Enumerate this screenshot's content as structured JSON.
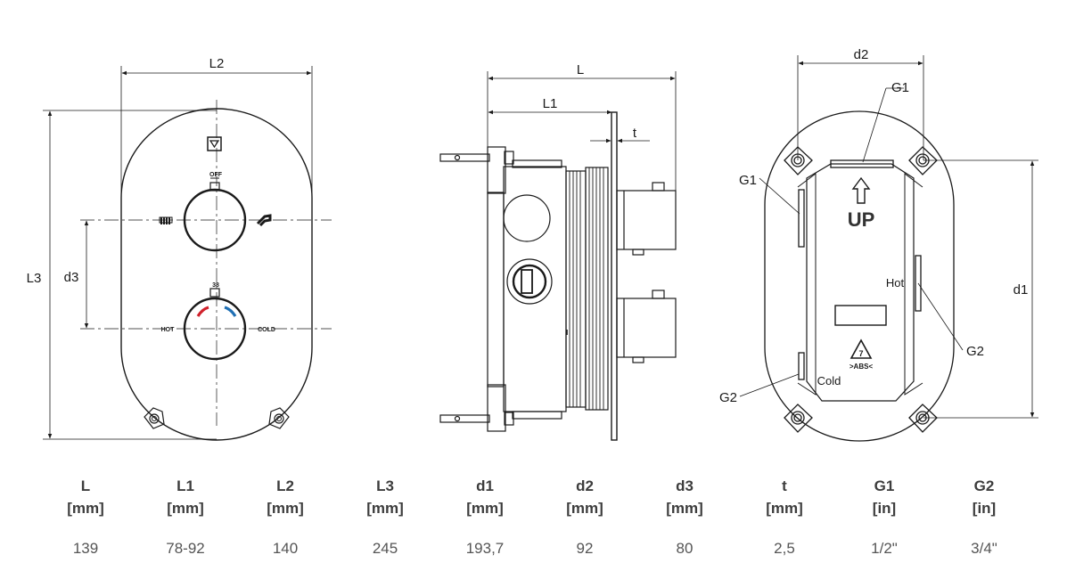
{
  "front_view": {
    "dim_width": "L2",
    "dim_height": "L3",
    "dim_spacing": "d3",
    "upper_knob_label": "OFF",
    "temp_mark": "38",
    "hot_label": "HOT",
    "cold_label": "COLD"
  },
  "side_view": {
    "dim_overall": "L",
    "dim_body": "L1",
    "dim_plate": "t"
  },
  "back_view": {
    "dim_width": "d2",
    "dim_height": "d1",
    "g1_top": "G1",
    "g1_left": "G1",
    "g2_right": "G2",
    "g2_left": "G2",
    "up_text": "UP",
    "hot_text": "Hot",
    "cold_text": "Cold",
    "recycle_number": "7",
    "material_text": ">ABS<"
  },
  "spec_table": {
    "columns": [
      {
        "label": "L",
        "unit": "[mm]",
        "value": "139"
      },
      {
        "label": "L1",
        "unit": "[mm]",
        "value": "78-92"
      },
      {
        "label": "L2",
        "unit": "[mm]",
        "value": "140"
      },
      {
        "label": "L3",
        "unit": "[mm]",
        "value": "245"
      },
      {
        "label": "d1",
        "unit": "[mm]",
        "value": "193,7"
      },
      {
        "label": "d2",
        "unit": "[mm]",
        "value": "92"
      },
      {
        "label": "d3",
        "unit": "[mm]",
        "value": "80"
      },
      {
        "label": "t",
        "unit": "[mm]",
        "value": "2,5"
      },
      {
        "label": "G1",
        "unit": "[in]",
        "value": "1/2\""
      },
      {
        "label": "G2",
        "unit": "[in]",
        "value": "3/4\""
      }
    ]
  },
  "colors": {
    "line": "#1a1a1a",
    "hot_marker": "#d0202a",
    "cold_marker": "#1f6fb4",
    "table_text": "#3d3d3d"
  }
}
